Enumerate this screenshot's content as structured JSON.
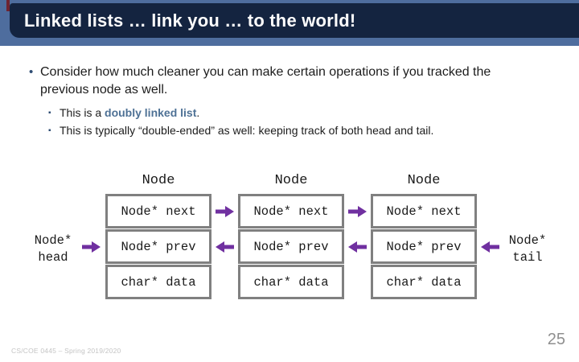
{
  "slide": {
    "title": "Linked lists … link you … to the world!",
    "bullet_marker": "•",
    "sub_bullet_marker": "▪",
    "bullet": "Consider how much cleaner you can make certain operations if you tracked the previous node as well.",
    "sub_bullet_1": {
      "prefix": "This is a ",
      "highlight": "doubly linked list",
      "suffix": "."
    },
    "sub_bullet_2": {
      "text": "This is typically “double-ended” as well: keeping track of both head and tail."
    }
  },
  "diagram": {
    "node_caption": "Node",
    "nodes": [
      {
        "cells": [
          "Node* next",
          "Node* prev",
          "char* data"
        ]
      },
      {
        "cells": [
          "Node* next",
          "Node* prev",
          "char* data"
        ]
      },
      {
        "cells": [
          "Node* next",
          "Node* prev",
          "char* data"
        ]
      }
    ],
    "head_label": {
      "line1": "Node*",
      "line2": "head"
    },
    "tail_label": {
      "line1": "Node*",
      "line2": "tail"
    }
  },
  "footer": {
    "course": "CS/COE 0445 – Spring 2019/2020",
    "page_number": "25"
  },
  "colors": {
    "header_band": "#4e6d9e",
    "title_box": "#142440",
    "accent_maroon": "#6e2331",
    "highlight_text": "#4e7195",
    "bullet_marker": "#2f4d73",
    "cell_border": "#808080",
    "arrow_purple": "#7030A0",
    "footer_gray": "#c4c4c4",
    "page_gray": "#8f8f8f"
  }
}
